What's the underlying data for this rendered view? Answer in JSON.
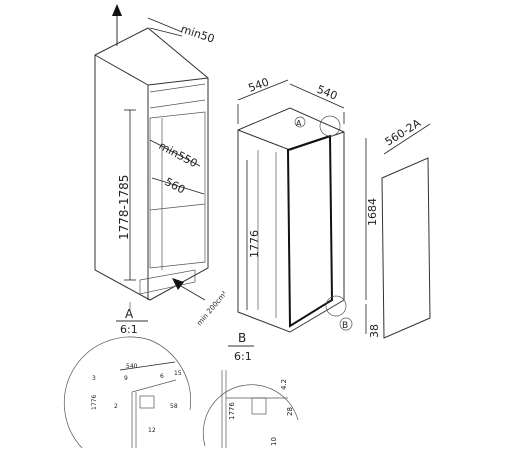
{
  "niche": {
    "dim_top_min": "min50",
    "dim_height": "1778-1785",
    "dim_depth_min": "min550",
    "dim_width": "560",
    "vent": "min 200cm²",
    "view_ref_letter": "A",
    "view_ref_scale": "6:1"
  },
  "appliance": {
    "dim_width": "540",
    "dim_depth": "540",
    "dim_total_height": "1776",
    "dim_door_height": "1684",
    "dim_bottom": "38",
    "callout_a": "A",
    "callout_b": "B"
  },
  "door_panel": {
    "dim_height": "560-2A"
  },
  "detail_a": {
    "label_540": "540",
    "label_6": "6",
    "label_15": "15",
    "label_3": "3",
    "label_9": "9",
    "label_1776": "1776",
    "label_2": "2",
    "label_58": "58",
    "label_12": "12"
  },
  "detail_b": {
    "letter": "B",
    "scale": "6:1",
    "label_4_2": "4.2",
    "label_1776": "1776",
    "label_28": "28",
    "label_10": "10"
  }
}
